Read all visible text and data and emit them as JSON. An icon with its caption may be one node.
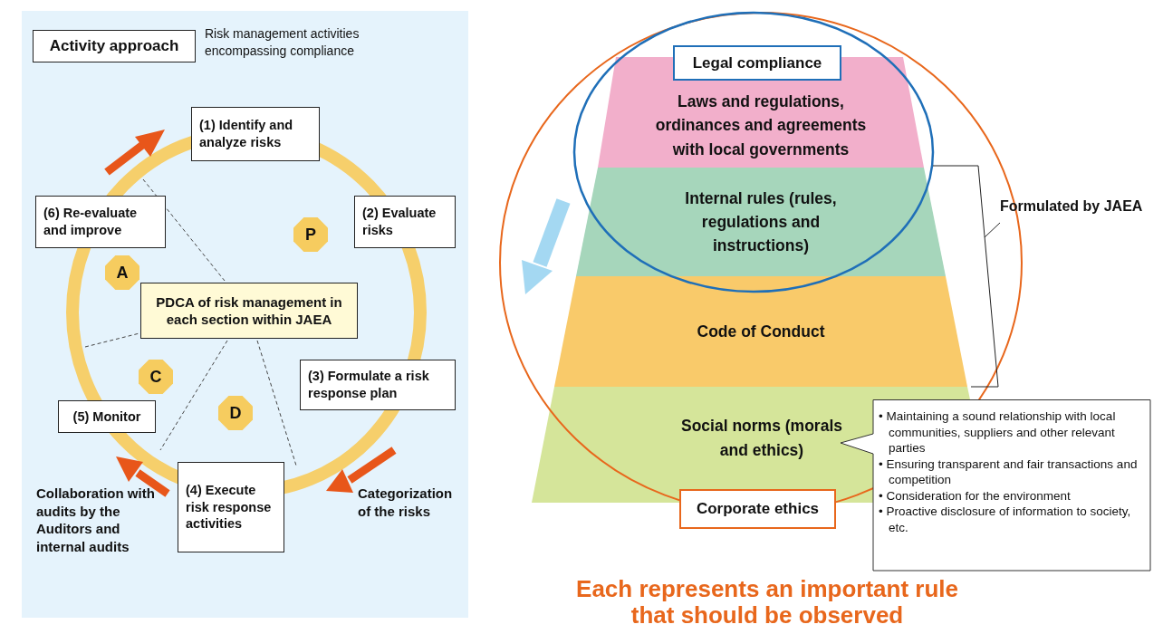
{
  "diagram": {
    "nodes": [
      {
        "text": [
          "Activity approach"
        ],
        "beside": [
          "Risk management activities encompassing compliance"
        ]
      },
      {
        "text": [
          "(1) Identify and analyze risks"
        ]
      },
      {
        "text": [
          "(2) Evaluate risks"
        ]
      },
      {
        "text": [
          "(3) Formulate a risk response plan"
        ]
      },
      {
        "text": [
          "(4) Execute risk response activities"
        ]
      },
      {
        "text": [
          "(5) Monitor"
        ]
      },
      {
        "text": [
          "(6) Re-evaluate and improve"
        ]
      },
      {
        "text": [
          "PDCA of risk management in each section within JAEA"
        ]
      },
      {
        "text": [
          "P"
        ]
      },
      {
        "text": [
          "A"
        ]
      },
      {
        "text": [
          "C"
        ]
      },
      {
        "text": [
          "D"
        ]
      },
      {
        "text": [
          "Legal compliance"
        ]
      },
      {
        "text": [
          "Laws and regulations, ordinances and agreements with local governments"
        ]
      },
      {
        "text": [
          "Internal rules (rules, regulations and instructions)"
        ]
      },
      {
        "text": [
          "Code of Conduct"
        ]
      },
      {
        "text": [
          "Social norms (morals and ethics)"
        ]
      },
      {
        "text": [
          "Corporate ethics"
        ]
      },
      {
        "text": [
          "• Maintaining a sound relationship with local communities, suppliers and other relevant parties",
          "• Ensuring transparent and fair transactions and competition",
          "• Consideration for the environment",
          "• Proactive disclosure of information to society, etc."
        ]
      }
    ],
    "labels": [
      "Formulated by JAEA",
      "Collaboration with audits by the Auditors and internal audits",
      "Categorization of the risks",
      "Each represents an important rule that should be observed"
    ]
  }
}
